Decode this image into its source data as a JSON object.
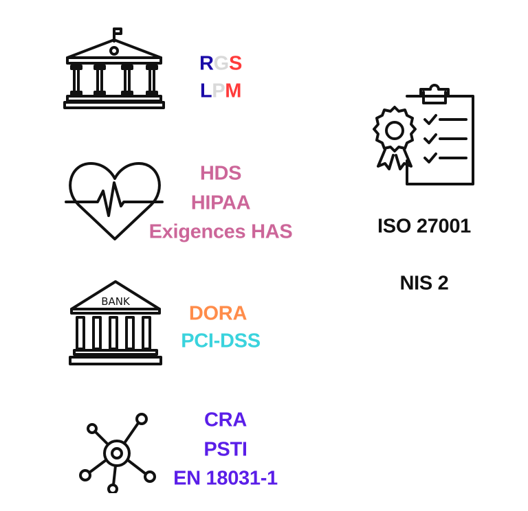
{
  "groups": [
    {
      "icon": "government-building-icon",
      "items": [
        {
          "letters": [
            {
              "c": "R",
              "color": "#1a0aa8"
            },
            {
              "c": "G",
              "color": "#d9d9d9"
            },
            {
              "c": "S",
              "color": "#ff3b3b"
            }
          ]
        },
        {
          "letters": [
            {
              "c": "L",
              "color": "#1a0aa8"
            },
            {
              "c": "P",
              "color": "#d9d9d9"
            },
            {
              "c": "M",
              "color": "#ff3b3b"
            }
          ]
        }
      ]
    },
    {
      "icon": "heartbeat-icon",
      "color": "#cc6699",
      "items": [
        "HDS",
        "HIPAA",
        "Exigences HAS"
      ]
    },
    {
      "icon": "bank-icon",
      "items": [
        {
          "label": "DORA",
          "color": "#ff8c4a"
        },
        {
          "label": "PCI-DSS",
          "color": "#3ad3dd"
        }
      ]
    },
    {
      "icon": "network-hub-icon",
      "color": "#5a1ee8",
      "items": [
        "CRA",
        "PSTI",
        "EN 18031-1"
      ]
    }
  ],
  "bank_icon_label": "BANK",
  "right": {
    "icon": "certified-checklist-icon",
    "items": [
      "ISO 27001",
      "NIS 2"
    ],
    "color": "#111111"
  }
}
